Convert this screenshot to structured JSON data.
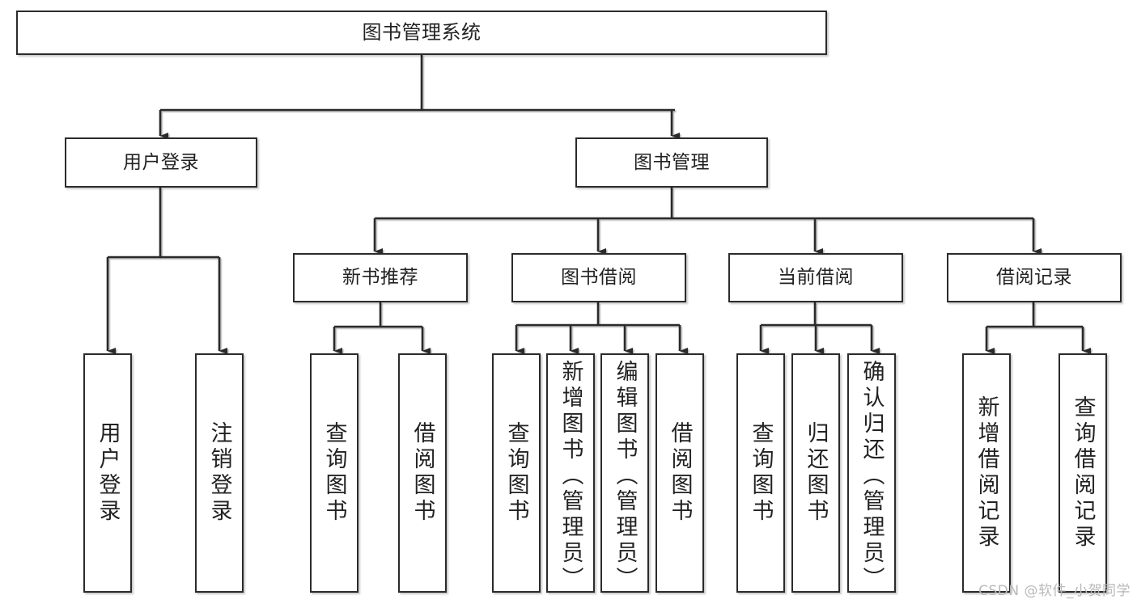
{
  "diagram": {
    "title": "图书管理系统",
    "watermark": "CSDN @软件_小贺同学",
    "colors": {
      "stroke": "#2b2b2b",
      "fill": "#ffffff",
      "text": "#222222",
      "watermark": "#b9b9b9"
    },
    "root": {
      "label": "图书管理系统"
    },
    "branches": [
      {
        "label": "用户登录"
      },
      {
        "label": "图书管理"
      }
    ],
    "subbranches": [
      {
        "label": "新书推荐"
      },
      {
        "label": "图书借阅"
      },
      {
        "label": "当前借阅"
      },
      {
        "label": "借阅记录"
      }
    ],
    "leaves": {
      "user_login": [
        {
          "label": "用户登录"
        },
        {
          "label": "注销登录"
        }
      ],
      "new_book": [
        {
          "label": "查询图书"
        },
        {
          "label": "借阅图书"
        }
      ],
      "book_borrow": [
        {
          "label": "查询图书"
        },
        {
          "label": "新增图书（管理员）"
        },
        {
          "label": "编辑图书（管理员）"
        },
        {
          "label": "借阅图书"
        }
      ],
      "current_borrow": [
        {
          "label": "查询图书"
        },
        {
          "label": "归还图书"
        },
        {
          "label": "确认归还（管理员）"
        }
      ],
      "borrow_record": [
        {
          "label": "新增借阅记录"
        },
        {
          "label": "查询借阅记录"
        }
      ]
    }
  }
}
